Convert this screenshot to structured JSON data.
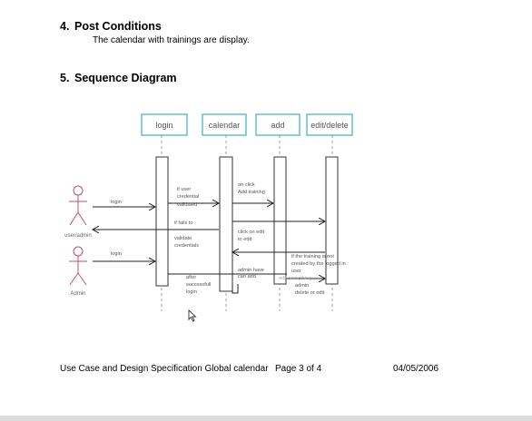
{
  "sections": [
    {
      "number": "4.",
      "title": "Post Conditions",
      "body": "The calendar with trainings are display."
    },
    {
      "number": "5.",
      "title": "Sequence Diagram"
    }
  ],
  "diagram": {
    "lifelines": [
      "login",
      "calendar",
      "add",
      "edit/delete"
    ],
    "actors": [
      "user/admin",
      "Admin"
    ],
    "messages": {
      "login_top": "login",
      "login_bottom": "login",
      "if_user": "if user",
      "credential": "credential",
      "validated": "validated",
      "on_click": "on click",
      "add_training": "Add training",
      "if_fails_to": "if fails to",
      "validate": "validate",
      "credentials": "credentials",
      "click_on_edit": "click on edit",
      "to_edit": "to edit",
      "if_the_training_is_not": "if the training is not",
      "created_by_the_logged_in": "created by the logged in",
      "user": "user",
      "admin_have": "admin have",
      "can_add": "can add",
      "edit_something": "edit something",
      "admin": "admin",
      "delete_or_edit": "delete or edit",
      "after": "after",
      "successfull": "successfull",
      "login": "login"
    }
  },
  "footer": {
    "doc_title": "Use Case and Design Specification Global calendar",
    "page": "Page 3 of 4",
    "date": "04/05/2006"
  },
  "colors": {
    "lifeline_box": "#4fb3c6",
    "actor": "#c2506a"
  }
}
